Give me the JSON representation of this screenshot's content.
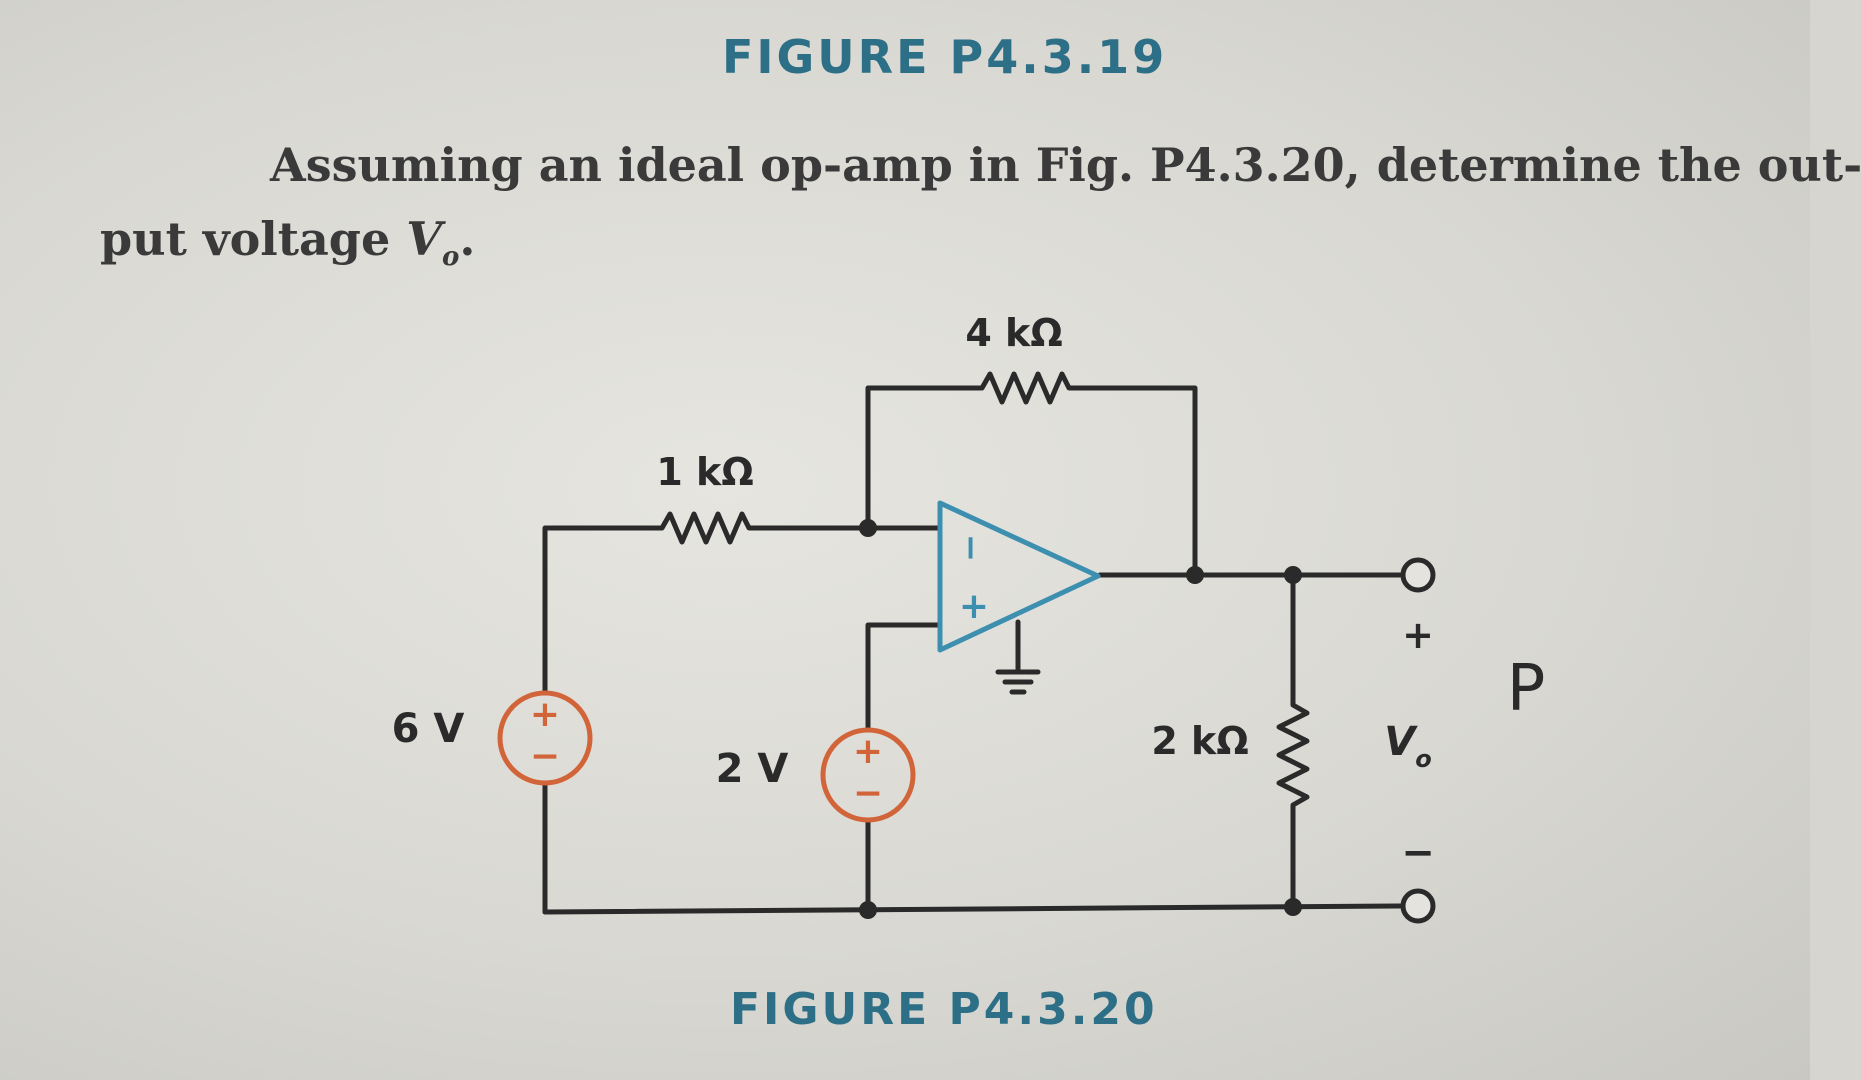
{
  "figure_top": {
    "caption": "FIGURE P4.3.19"
  },
  "problem": {
    "line1": "Assuming an ideal op-amp in Fig. P4.3.20, determine the out-",
    "line2_prefix": "put voltage ",
    "line2_var": "V",
    "line2_sub": "o",
    "line2_suffix": "."
  },
  "circuit": {
    "feedback_resistor": "4 kΩ",
    "input_resistor": "1 kΩ",
    "load_resistor": "2 kΩ",
    "source_left": "6 V",
    "source_middle": "2 V",
    "source_plus": "+",
    "source_minus": "−",
    "opamp_inverting": "−",
    "opamp_noninverting": "+",
    "output_plus": "+",
    "output_minus": "−",
    "output_var": "V",
    "output_sub": "o",
    "handwritten_note": "P"
  },
  "figure_bottom": {
    "caption": "FIGURE P4.3.20"
  },
  "colors": {
    "caption": "#2c6f86",
    "opamp": "#3d8fb0",
    "source": "#d2643a",
    "wire": "#2a2a2a"
  }
}
